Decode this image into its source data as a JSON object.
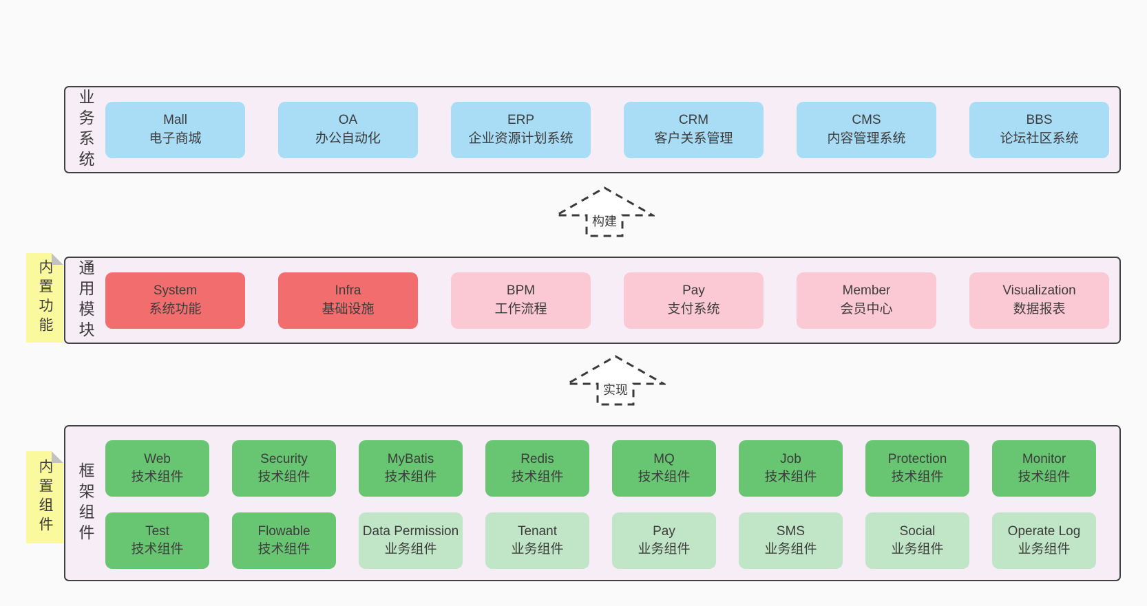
{
  "colors": {
    "page_bg": "#fafafa",
    "band_bg": "#f7edf6",
    "border": "#414141",
    "text": "#3c3c3c",
    "blue": "#a9dcf5",
    "red": "#f26d6d",
    "pink": "#fbc9d3",
    "green": "#68c672",
    "light_green": "#c0e6c7",
    "sticky": "#fbf99e",
    "fold": "#c2c2c2",
    "arrow": "#3a3a3a"
  },
  "band_business": {
    "label": "业务系统",
    "items": [
      {
        "name": "Mall",
        "desc": "电子商城"
      },
      {
        "name": "OA",
        "desc": "办公自动化"
      },
      {
        "name": "ERP",
        "desc": "企业资源计划系统"
      },
      {
        "name": "CRM",
        "desc": "客户关系管理"
      },
      {
        "name": "CMS",
        "desc": "内容管理系统"
      },
      {
        "name": "BBS",
        "desc": "论坛社区系统"
      }
    ]
  },
  "arrow_build": {
    "label": "构建"
  },
  "band_modules": {
    "label": "通用模块",
    "sticky": "内置功能",
    "items": [
      {
        "name": "System",
        "desc": "系统功能"
      },
      {
        "name": "Infra",
        "desc": "基础设施"
      },
      {
        "name": "BPM",
        "desc": "工作流程"
      },
      {
        "name": "Pay",
        "desc": "支付系统"
      },
      {
        "name": "Member",
        "desc": "会员中心"
      },
      {
        "name": "Visualization",
        "desc": "数据报表"
      }
    ]
  },
  "arrow_implement": {
    "label": "实现"
  },
  "band_components": {
    "label": "框架组件",
    "sticky": "内置组件",
    "row1": [
      {
        "name": "Web",
        "desc": "技术组件"
      },
      {
        "name": "Security",
        "desc": "技术组件"
      },
      {
        "name": "MyBatis",
        "desc": "技术组件"
      },
      {
        "name": "Redis",
        "desc": "技术组件"
      },
      {
        "name": "MQ",
        "desc": "技术组件"
      },
      {
        "name": "Job",
        "desc": "技术组件"
      },
      {
        "name": "Protection",
        "desc": "技术组件"
      },
      {
        "name": "Monitor",
        "desc": "技术组件"
      }
    ],
    "row2": [
      {
        "name": "Test",
        "desc": "技术组件"
      },
      {
        "name": "Flowable",
        "desc": "技术组件"
      },
      {
        "name": "Data Permission",
        "desc": "业务组件"
      },
      {
        "name": "Tenant",
        "desc": "业务组件"
      },
      {
        "name": "Pay",
        "desc": "业务组件"
      },
      {
        "name": "SMS",
        "desc": "业务组件"
      },
      {
        "name": "Social",
        "desc": "业务组件"
      },
      {
        "name": "Operate Log",
        "desc": "业务组件"
      }
    ]
  }
}
